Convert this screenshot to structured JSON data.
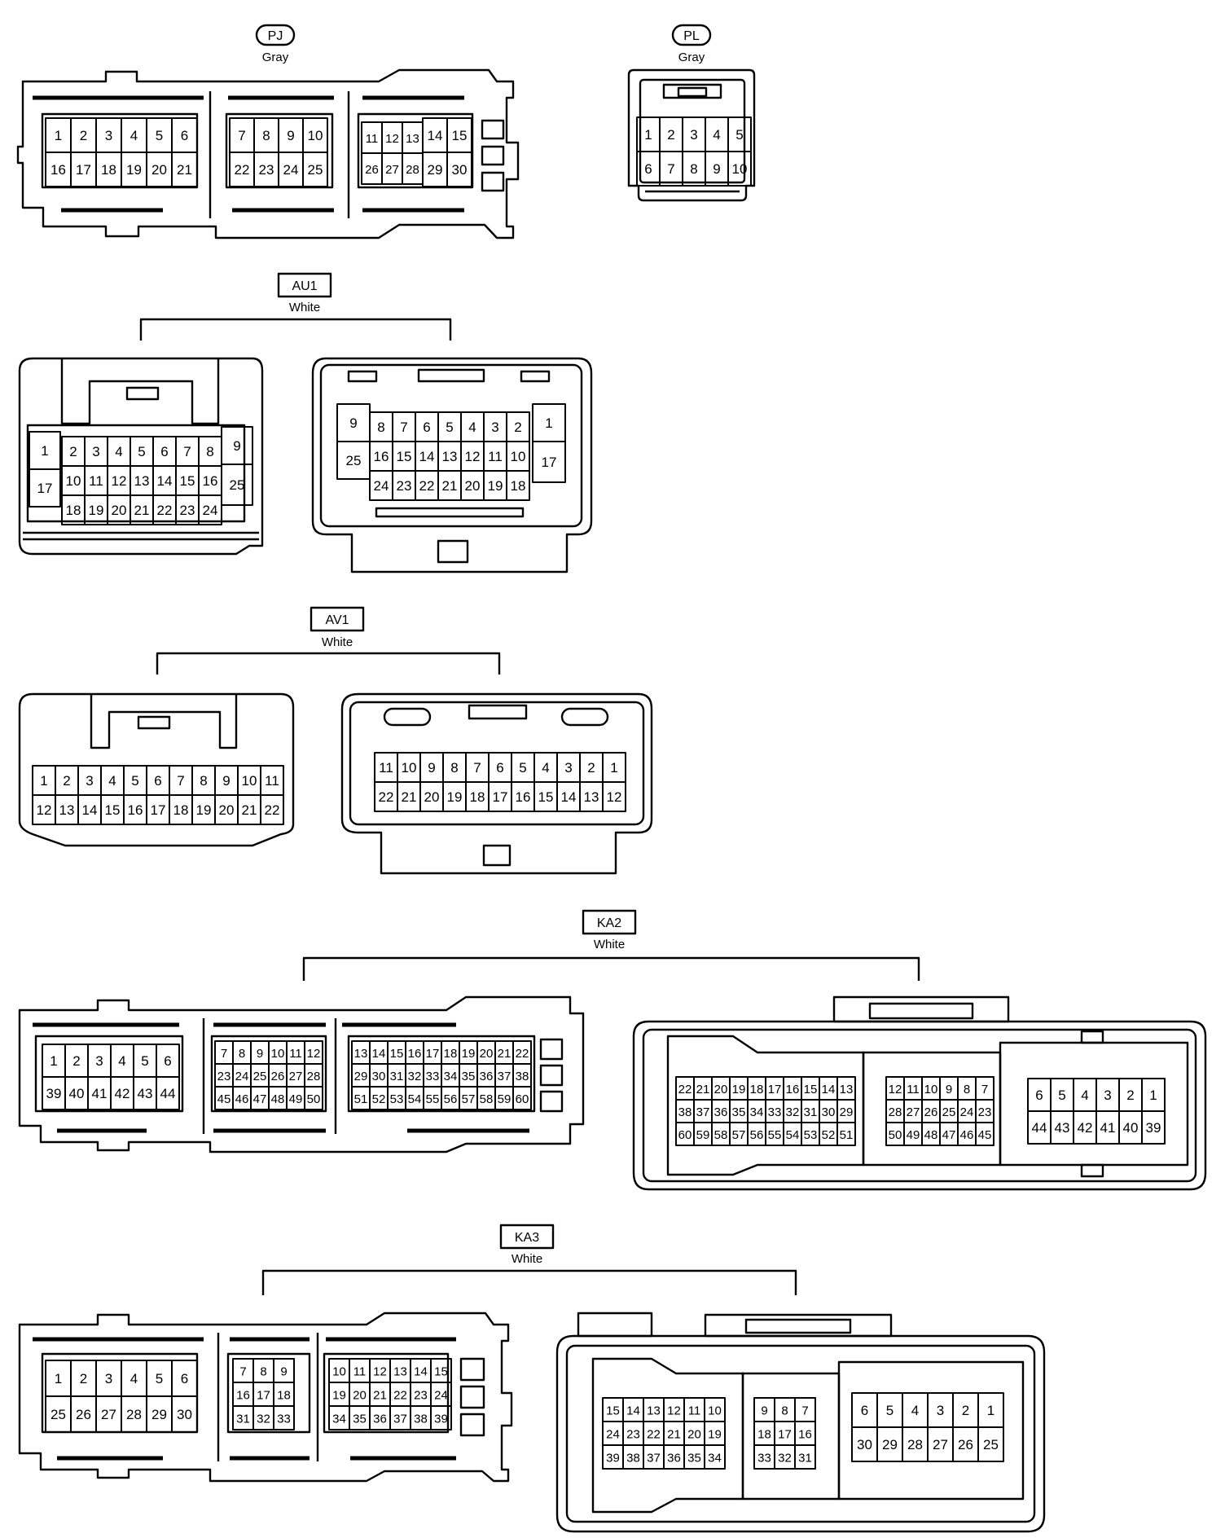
{
  "connectors": {
    "pj": {
      "code": "PJ",
      "color": "Gray"
    },
    "pl": {
      "code": "PL",
      "color": "Gray"
    },
    "au1": {
      "code": "AU1",
      "color": "White"
    },
    "av1": {
      "code": "AV1",
      "color": "White"
    },
    "ka2": {
      "code": "KA2",
      "color": "White"
    },
    "ka3": {
      "code": "KA3",
      "color": "White"
    }
  },
  "style": {
    "line_color": "#000000",
    "background": "#ffffff"
  }
}
